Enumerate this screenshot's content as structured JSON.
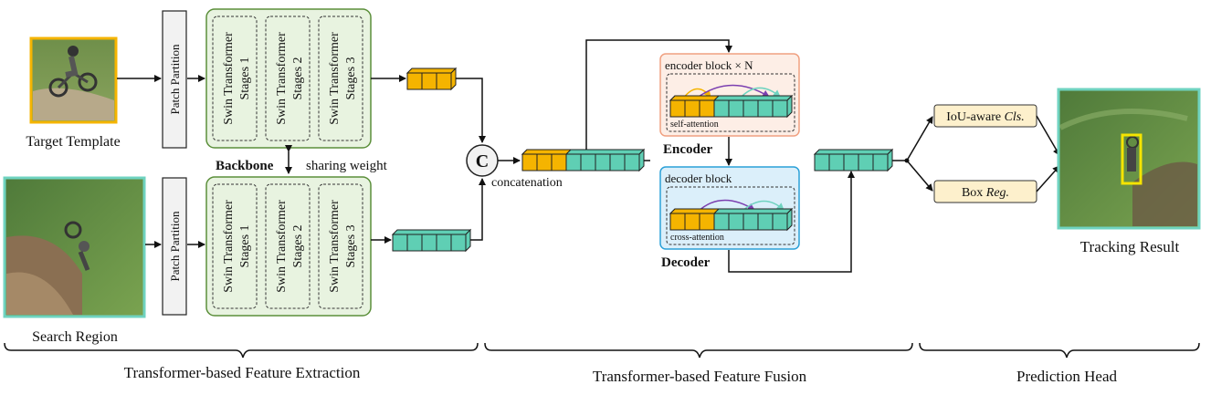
{
  "inputs": {
    "template_label": "Target Template",
    "search_label": "Search Region"
  },
  "backbone": {
    "patch_partition": "Patch Partition",
    "stage_line1": "Swin Transformer",
    "stages": [
      "Stages 1",
      "Stages 2",
      "Stages 3"
    ],
    "title": "Backbone",
    "sharing": "sharing weight"
  },
  "concat": {
    "symbol": "C",
    "label": "concatenation"
  },
  "fusion": {
    "encoder_block": "encoder block × N",
    "self_attention": "self-attention",
    "encoder": "Encoder",
    "decoder_block": "decoder block",
    "cross_attention": "cross-attention",
    "decoder": "Decoder"
  },
  "head": {
    "cls_prefix": "IoU-aware ",
    "cls_italic": "Cls.",
    "reg_prefix": "Box ",
    "reg_italic": "Reg.",
    "result_label": "Tracking Result"
  },
  "sections": [
    "Transformer-based Feature Extraction",
    "Transformer-based Feature Fusion",
    "Prediction Head"
  ],
  "colors": {
    "orange": "#f5b400",
    "teal": "#5fcfb4",
    "green_border": "#5b8f3a",
    "green_fill": "#e8f3e0",
    "encoder_border": "#f0a080",
    "encoder_fill": "#fdeee6",
    "decoder_border": "#2aa0d8",
    "decoder_fill": "#dbeffa",
    "head_fill": "#fdf0cc",
    "template_border": "#f5b400",
    "search_border": "#6fd3c0",
    "result_border": "#6fd3c0",
    "bbox": "#f5e400"
  }
}
